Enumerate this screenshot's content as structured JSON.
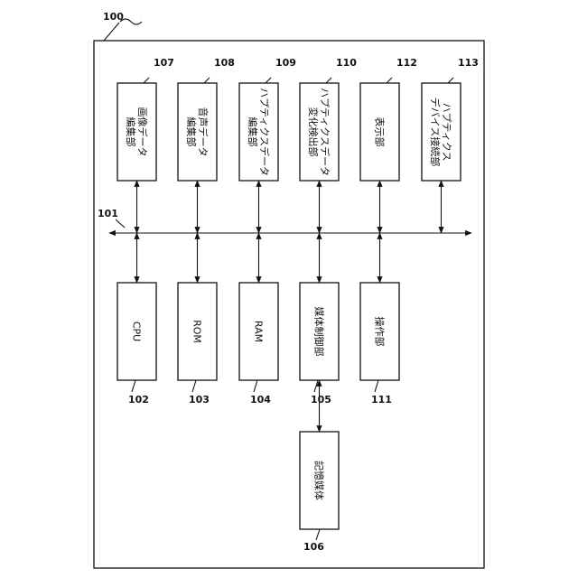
{
  "frame": {
    "ref": "100"
  },
  "bus": {
    "ref": "101"
  },
  "top_blocks": [
    {
      "ref": "107",
      "lines": [
        "画像データ",
        "編集部"
      ]
    },
    {
      "ref": "108",
      "lines": [
        "音声データ",
        "編集部"
      ]
    },
    {
      "ref": "109",
      "lines": [
        "ハプティクスデータ",
        "編集部"
      ]
    },
    {
      "ref": "110",
      "lines": [
        "ハプティクスデータ",
        "変化検出部"
      ]
    },
    {
      "ref": "112",
      "lines": [
        "表示部"
      ]
    },
    {
      "ref": "113",
      "lines": [
        "ハプティクス",
        "デバイス接続部"
      ]
    }
  ],
  "bottom_blocks": [
    {
      "ref": "102",
      "lines": [
        "CPU"
      ]
    },
    {
      "ref": "103",
      "lines": [
        "ROM"
      ]
    },
    {
      "ref": "104",
      "lines": [
        "RAM"
      ]
    },
    {
      "ref": "105",
      "lines": [
        "媒体制御部"
      ]
    },
    {
      "ref": "111",
      "lines": [
        "操作部"
      ]
    }
  ],
  "storage_block": {
    "ref": "106",
    "lines": [
      "記憶媒体"
    ]
  }
}
